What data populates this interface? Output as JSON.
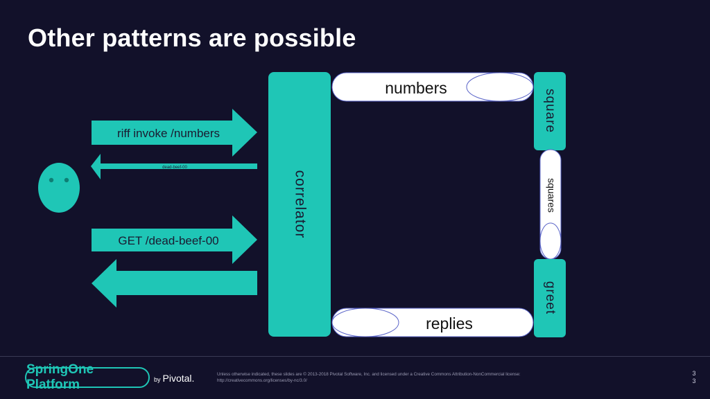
{
  "title": "Other patterns are possible",
  "diagram": {
    "arrow_invoke_label": "riff invoke /numbers",
    "arrow_reply_label": "dead-beef-00",
    "arrow_get_label": "GET /dead-beef-00",
    "correlator_label": "correlator",
    "topic_numbers_label": "numbers",
    "topic_squares_label": "squares",
    "topic_replies_label": "replies",
    "function_square_label": "square",
    "function_greet_label": "greet"
  },
  "footer": {
    "brand": "SpringOne Platform",
    "by": "by",
    "company": "Pivotal.",
    "license_line1": "Unless otherwise indicated, these slides are © 2013-2018 Pivotal Software, Inc. and licensed under a Creative Commons Attribution-NonCommercial license:",
    "license_line2": "http://creativecommons.org/licenses/by-nc/3.0/",
    "page_line1": "3",
    "page_line2": "3"
  },
  "colors": {
    "background": "#12112a",
    "accent": "#1fc6b6",
    "topic_fill": "#ffffff",
    "topic_outline": "#5a64c8"
  }
}
